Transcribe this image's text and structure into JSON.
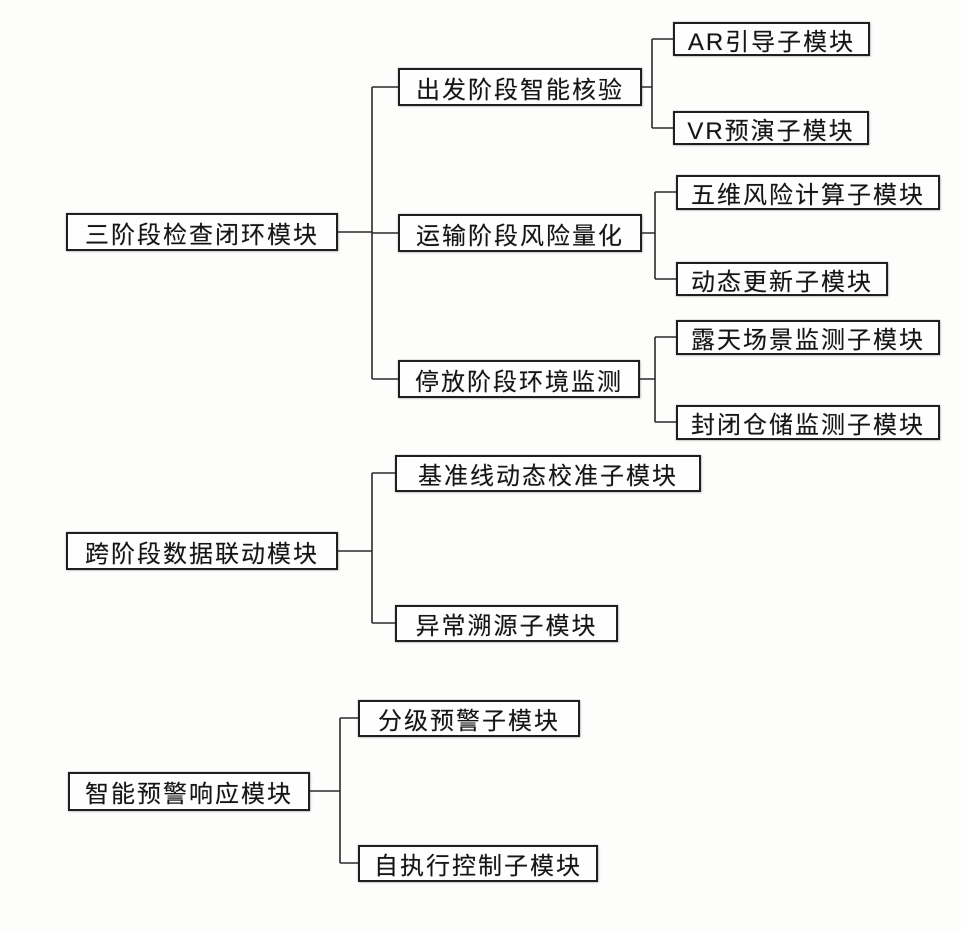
{
  "diagram": {
    "modules": [
      {
        "label": "三阶段检查闭环模块",
        "children": [
          {
            "label": "出发阶段智能核验",
            "children": [
              {
                "label": "AR引导子模块"
              },
              {
                "label": "VR预演子模块"
              }
            ]
          },
          {
            "label": "运输阶段风险量化",
            "children": [
              {
                "label": "五维风险计算子模块"
              },
              {
                "label": "动态更新子模块"
              }
            ]
          },
          {
            "label": "停放阶段环境监测",
            "children": [
              {
                "label": "露天场景监测子模块"
              },
              {
                "label": "封闭仓储监测子模块"
              }
            ]
          }
        ]
      },
      {
        "label": "跨阶段数据联动模块",
        "children": [
          {
            "label": "基准线动态校准子模块"
          },
          {
            "label": "异常溯源子模块"
          }
        ]
      },
      {
        "label": "智能预警响应模块",
        "children": [
          {
            "label": "分级预警子模块"
          },
          {
            "label": "自执行控制子模块"
          }
        ]
      }
    ],
    "colors": {
      "box_border": "#1f1f1f",
      "box_fill": "#fefefe",
      "text": "#151515",
      "line": "#2b2b2b",
      "background": "#fdfdfc"
    }
  }
}
